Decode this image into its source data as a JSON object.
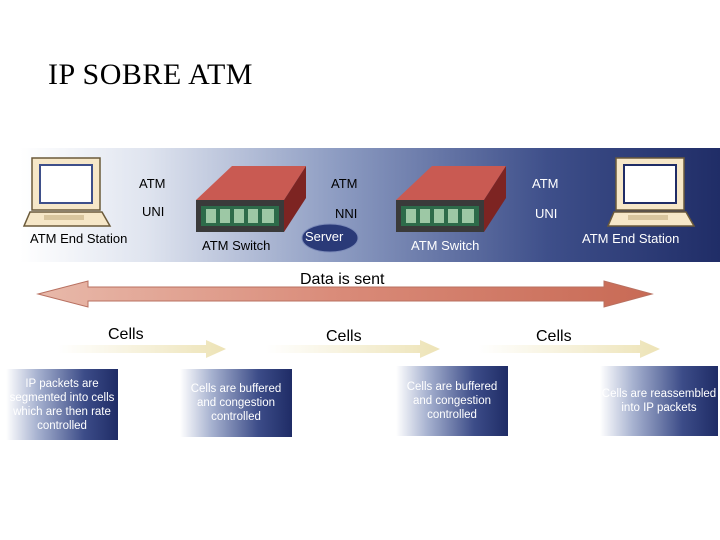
{
  "title": "IP SOBRE ATM",
  "labels": {
    "atm_1": "ATM",
    "atm_2": "ATM",
    "atm_3": "ATM",
    "uni_left": "UNI",
    "nni": "NNI",
    "uni_right": "UNI",
    "end_station_left": "ATM End Station",
    "switch_left": "ATM Switch",
    "server": "Server",
    "switch_right": "ATM Switch",
    "end_station_right": "ATM End Station",
    "data_sent": "Data is sent",
    "cells_1": "Cells",
    "cells_2": "Cells",
    "cells_3": "Cells"
  },
  "steps": [
    "IP packets are segmented into cells which are then rate controlled",
    "Cells are buffered and congestion controlled",
    "Cells are buffered and congestion controlled",
    "Cells are reassembled into IP packets"
  ],
  "colors": {
    "band_dark": "#1f2c66",
    "arrow_red": "#d98a78",
    "arrow_light": "#f2ecc8",
    "switch_body": "#b03a36",
    "monitor": "#f6e7c8"
  }
}
